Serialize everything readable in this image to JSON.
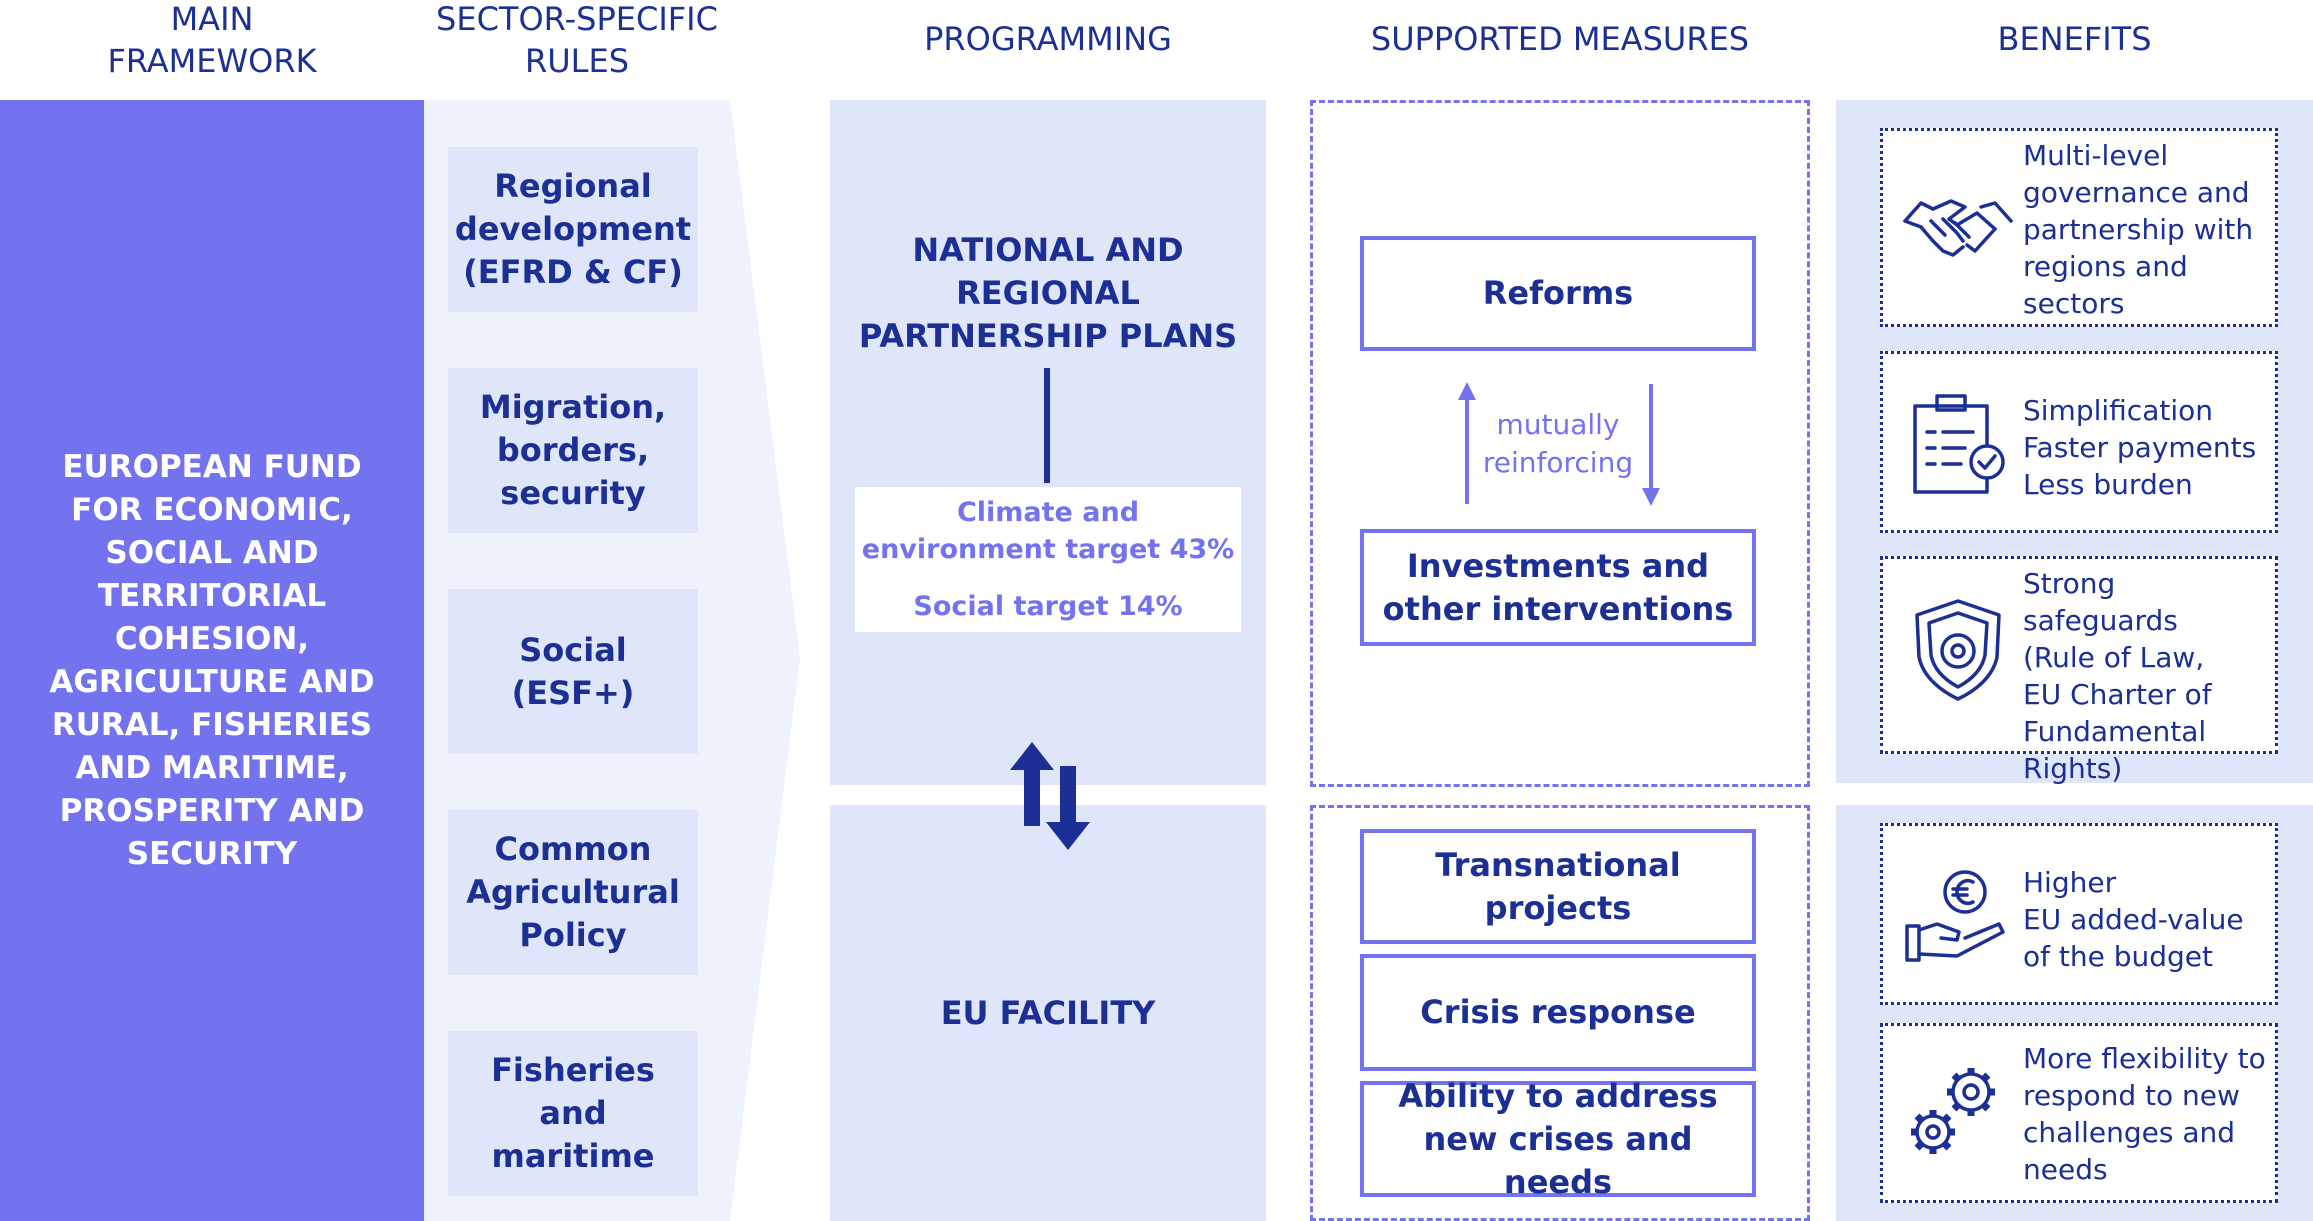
{
  "headers": {
    "main": "MAIN\nFRAMEWORK",
    "sector": "SECTOR-SPECIFIC\nRULES",
    "programming": "PROGRAMMING",
    "measures": "SUPPORTED MEASURES",
    "benefits": "BENEFITS"
  },
  "main_framework": "EUROPEAN FUND FOR ECONOMIC, SOCIAL AND TERRITORIAL COHESION, AGRICULTURE AND RURAL, FISHERIES AND MARITIME, PROSPERITY AND SECURITY",
  "sectors": [
    "Regional\ndevelopment\n(EFRD & CF)",
    "Migration,\nborders,\nsecurity",
    "Social\n(ESF+)",
    "Common\nAgricultural\nPolicy",
    "Fisheries\nand\nmaritime"
  ],
  "programming": {
    "plans": "NATIONAL AND\nREGIONAL\nPARTNERSHIP PLANS",
    "climate_target": "Climate and\nenvironment target 43%",
    "social_target": "Social target 14%",
    "facility": "EU FACILITY"
  },
  "measures": {
    "reforms": "Reforms",
    "mutual": "mutually\nreinforcing",
    "investments": "Investments and\nother interventions",
    "transnational": "Transnational\nprojects",
    "crisis": "Crisis response",
    "ability": "Ability to address\nnew crises and needs"
  },
  "benefits": [
    {
      "icon": "handshake-icon",
      "text": "Multi-level\ngovernance and\npartnership with\nregions and\nsectors"
    },
    {
      "icon": "clipboard-check-icon",
      "text": "Simplification\nFaster payments\nLess burden"
    },
    {
      "icon": "shield-icon",
      "text": "Strong safeguards\n(Rule of Law,\nEU Charter of\nFundamental\nRights)"
    },
    {
      "icon": "hand-euro-icon",
      "text": "Higher\nEU added-value\nof the budget"
    },
    {
      "icon": "gears-icon",
      "text": "More flexibility to\nrespond to new\nchallenges and\nneeds"
    }
  ],
  "colors": {
    "dark_blue": "#1b2f94",
    "violet": "#7373f0",
    "light_blue": "#dfe6fa",
    "pale_blue": "#eef2fc"
  }
}
